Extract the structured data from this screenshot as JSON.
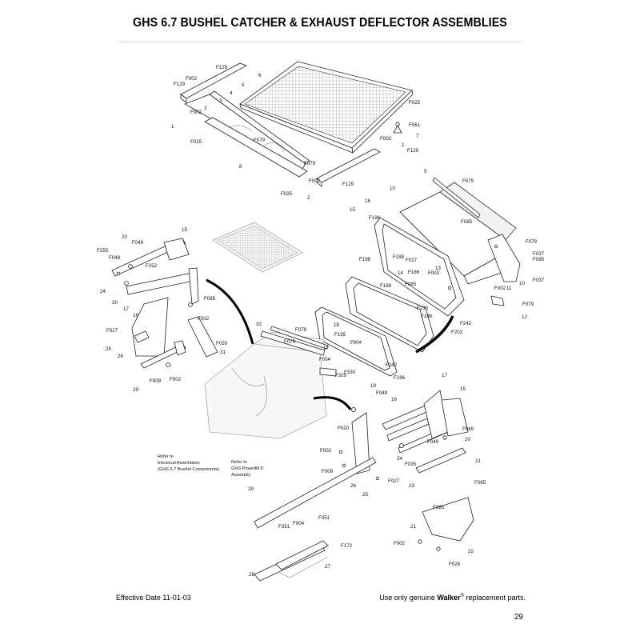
{
  "header": {
    "title": "GHS 6.7 BUSHEL CATCHER & EXHAUST DEFLECTOR ASSEMBLIES"
  },
  "footer": {
    "effective_date": "Effective Date 11-01-03",
    "notice_prefix": "Use only genuine ",
    "brand": "Walker",
    "trademark": "®",
    "notice_suffix": " replacement parts.",
    "page_number": "29"
  },
  "notes": {
    "electrical": [
      "Refer to",
      "Electrical Assemblies",
      "(GHS 6.7 Bushel Components)"
    ],
    "powerfill": [
      "Refer to",
      "GHS Powerfill ®",
      "Assembly"
    ]
  },
  "callouts": {
    "top": [
      "F129",
      "F002",
      "F129",
      "1",
      "F002",
      "2",
      "3",
      "4",
      "5",
      "6",
      "F025",
      "F061",
      "7",
      "F002",
      "1",
      "F129",
      "F079",
      "8",
      "F025",
      "F079",
      "F002",
      "F129",
      "2",
      "F025"
    ],
    "deflector": [
      "9",
      "F079",
      "10",
      "F085",
      "16",
      "F196",
      "15",
      "F198",
      "F188",
      "F027",
      "13",
      "14",
      "F186",
      "F002",
      "F085",
      "F188",
      "F230",
      "F186",
      "F079",
      "F037",
      "F085",
      "11",
      "F002",
      "10",
      "F037",
      "F079",
      "12",
      "F242",
      "F203"
    ],
    "left": [
      "20",
      "F049",
      "15",
      "F255",
      "F049",
      "F252",
      "24",
      "30",
      "17",
      "F085",
      "16",
      "F002",
      "F027",
      "F020",
      "25",
      "26",
      "31",
      "29",
      "F009",
      "F002"
    ],
    "center": [
      "32",
      "F079",
      "F079",
      "18",
      "F195",
      "17",
      "F004",
      "F004",
      "F242",
      "F329",
      "F330",
      "F196"
    ],
    "lower": [
      "19",
      "F049",
      "16",
      "17",
      "15",
      "F049",
      "F020",
      "20",
      "F049",
      "F002",
      "24",
      "F035",
      "21",
      "F009",
      "F027",
      "26",
      "25",
      "23",
      "F085",
      "29",
      "F085",
      "21",
      "F351",
      "F351",
      "F004",
      "F172",
      "F002",
      "28",
      "27",
      "22",
      "F026"
    ]
  }
}
